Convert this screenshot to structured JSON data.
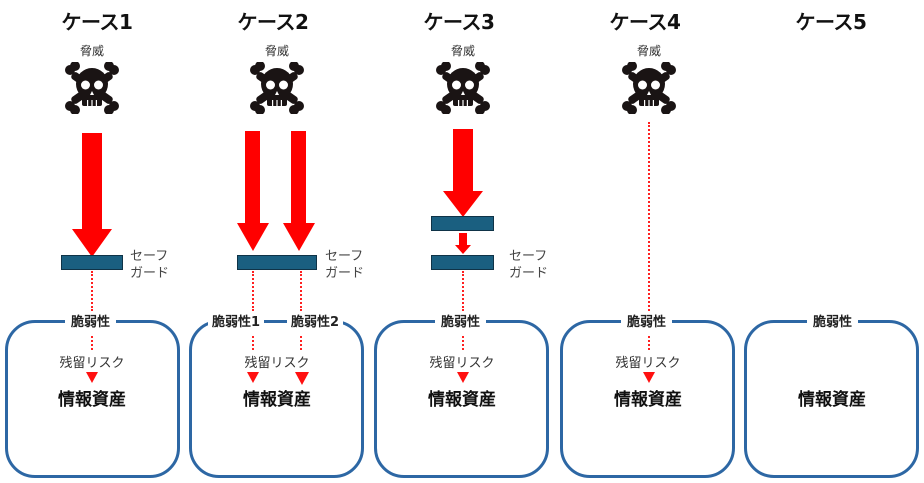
{
  "colors": {
    "threat_arrow": "#ff0000",
    "safeguard": "#1a5f80",
    "box_border": "#2d67a4",
    "residual_marker": "#ff1010",
    "text": "#111111"
  },
  "cases": [
    {
      "title": "ケース1",
      "threat_label": "脅威",
      "threat_icon": "skull-crossbones-icon",
      "safeguard_label": [
        "セーフ",
        "ガード"
      ],
      "vulnerabilities": [
        "脆弱性"
      ],
      "residual_risk_label": "残留リスク",
      "asset_label": "情報資産"
    },
    {
      "title": "ケース2",
      "threat_label": "脅威",
      "threat_icon": "skull-crossbones-icon",
      "safeguard_label": [
        "セーフ",
        "ガード"
      ],
      "vulnerabilities": [
        "脆弱性1",
        "脆弱性2"
      ],
      "residual_risk_label": "残留リスク",
      "asset_label": "情報資産"
    },
    {
      "title": "ケース3",
      "threat_label": "脅威",
      "threat_icon": "skull-crossbones-icon",
      "safeguard_label": [
        "セーフ",
        "ガード"
      ],
      "vulnerabilities": [
        "脆弱性"
      ],
      "residual_risk_label": "残留リスク",
      "asset_label": "情報資産"
    },
    {
      "title": "ケース4",
      "threat_label": "脅威",
      "threat_icon": "skull-crossbones-icon",
      "vulnerabilities": [
        "脆弱性"
      ],
      "residual_risk_label": "残留リスク",
      "asset_label": "情報資産"
    },
    {
      "title": "ケース5",
      "vulnerabilities": [
        "脆弱性"
      ],
      "asset_label": "情報資産"
    }
  ]
}
